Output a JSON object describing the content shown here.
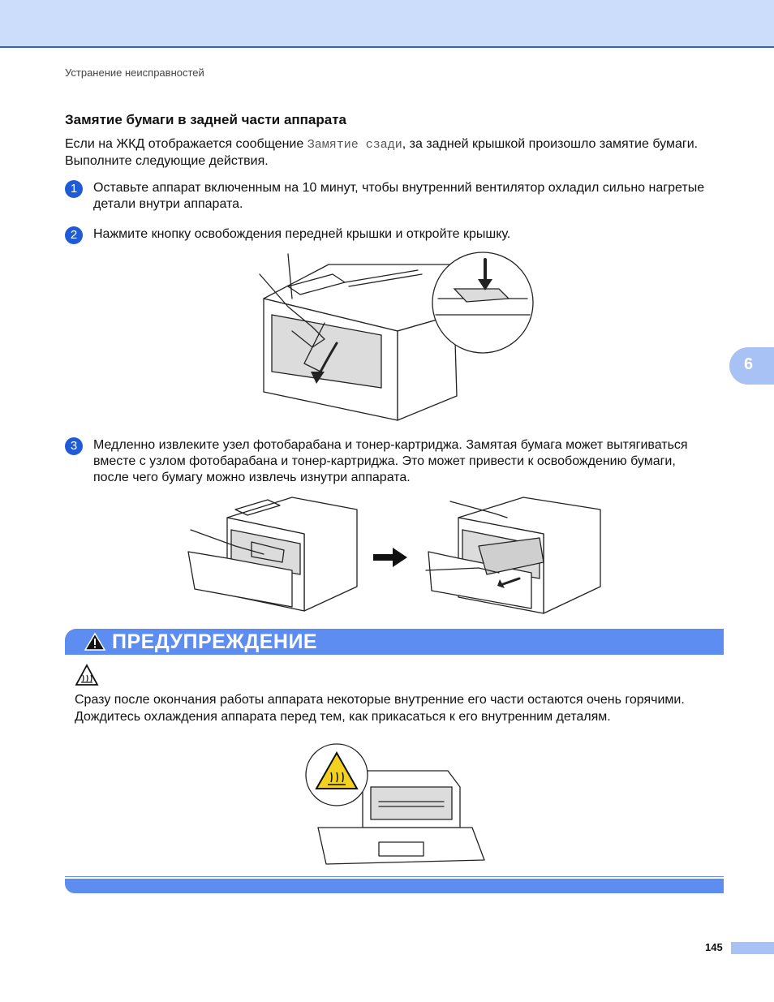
{
  "header": {
    "breadcrumb": "Устранение неисправностей"
  },
  "section": {
    "title": "Замятие бумаги в задней части аппарата",
    "intro_before": "Если на ЖКД отображается сообщение ",
    "intro_code": "Замятие сзади",
    "intro_after": ", за задней крышкой произошло замятие бумаги. Выполните следующие действия."
  },
  "steps": [
    {
      "number": "1",
      "text": "Оставьте аппарат включенным на 10 минут, чтобы внутренний вентилятор охладил сильно нагретые детали внутри аппарата."
    },
    {
      "number": "2",
      "text": "Нажмите кнопку освобождения передней крышки и откройте крышку."
    },
    {
      "number": "3",
      "text": "Медленно извлеките узел фотобарабана и тонер-картриджа. Замятая бумага может вытягиваться вместе с узлом фотобарабана и тонер-картриджа. Это может привести к освобождению бумаги, после чего бумагу можно извлечь изнутри аппарата."
    }
  ],
  "side_tab": {
    "chapter": "6"
  },
  "warning": {
    "title": "ПРЕДУПРЕЖДЕНИЕ",
    "text": "Сразу после окончания работы аппарата некоторые внутренние его части остаются очень горячими. Дождитесь охлаждения аппарата перед тем, как прикасаться к его внутренним деталям."
  },
  "footer": {
    "page_number": "145"
  },
  "icons": {
    "step_badge": "circled-number-badge",
    "warning_bar": "warning-triangle-icon",
    "hot_surface": "hot-surface-icon",
    "arrow": "right-arrow-icon"
  },
  "colors": {
    "accent": "#1f5bd6",
    "band": "#ccdcfb",
    "warning_bar": "#5d8df0",
    "hot_sign": "#f2d21e"
  }
}
